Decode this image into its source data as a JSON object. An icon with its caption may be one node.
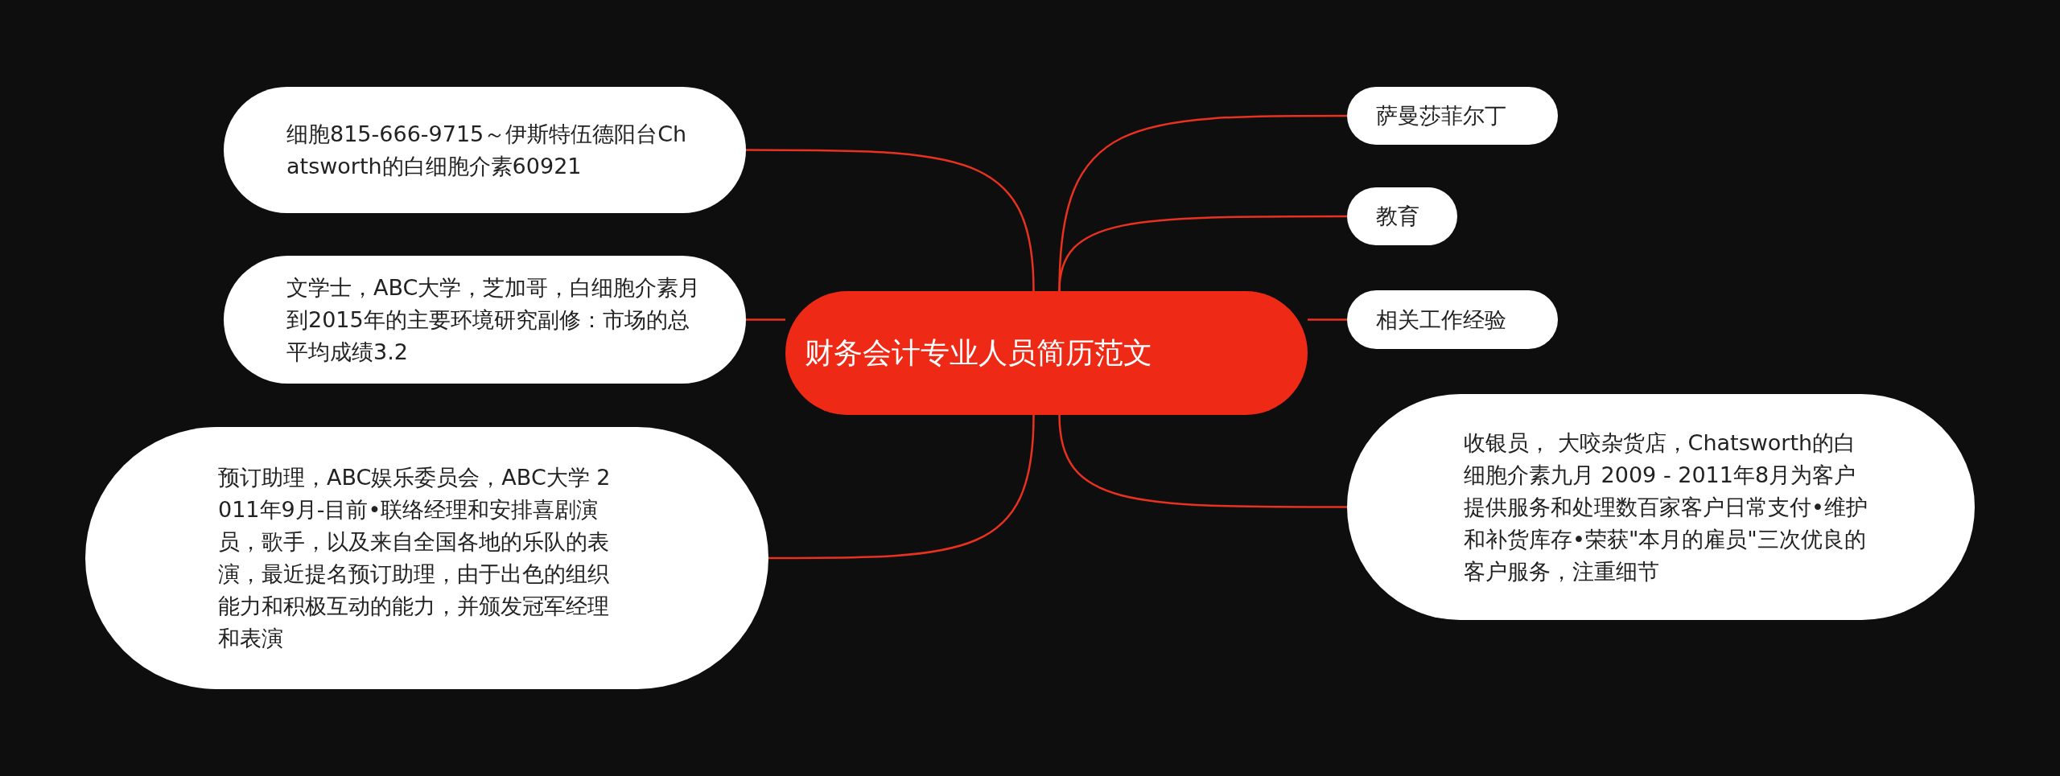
{
  "diagram": {
    "nodes": [
      {
        "text": [
          "财务会计专业人员简历范文"
        ]
      },
      {
        "text": [
          "细胞815-666-9715～伊斯特伍德阳台Chatsworth的白细胞介素60921"
        ]
      },
      {
        "text": [
          "文学士，ABC大学，芝加哥，白细胞介素月到2015年的主要环境研究副修：市场的总平均成绩3.2"
        ]
      },
      {
        "text": [
          "预订助理，ABC娱乐委员会，ABC大学 2011年9月-目前•联络经理和安排喜剧演员，歌手，以及来自全国各地的乐队的表演，最近提名预订助理，由于出色的组织能力和积极互动的能力，并颁发冠军经理和表演"
        ]
      },
      {
        "text": [
          "萨曼莎菲尔丁"
        ]
      },
      {
        "text": [
          "教育"
        ]
      },
      {
        "text": [
          "相关工作经验"
        ]
      },
      {
        "text": [
          "收银员， 大咬杂货店，Chatsworth的白细胞介素九月 2009 - 2011年8月为客户提供服务和处理数百家客户日常支付•维护和补货库存•荣获\"本月的雇员\"三次优良的客户服务，注重细节"
        ]
      }
    ],
    "edges": [
      {
        "from": 0,
        "to": 1,
        "arrow": "none"
      },
      {
        "from": 0,
        "to": 2,
        "arrow": "none"
      },
      {
        "from": 0,
        "to": 3,
        "arrow": "none"
      },
      {
        "from": 0,
        "to": 4,
        "arrow": "none"
      },
      {
        "from": 0,
        "to": 5,
        "arrow": "none"
      },
      {
        "from": 0,
        "to": 6,
        "arrow": "none"
      },
      {
        "from": 0,
        "to": 7,
        "arrow": "none"
      }
    ]
  }
}
